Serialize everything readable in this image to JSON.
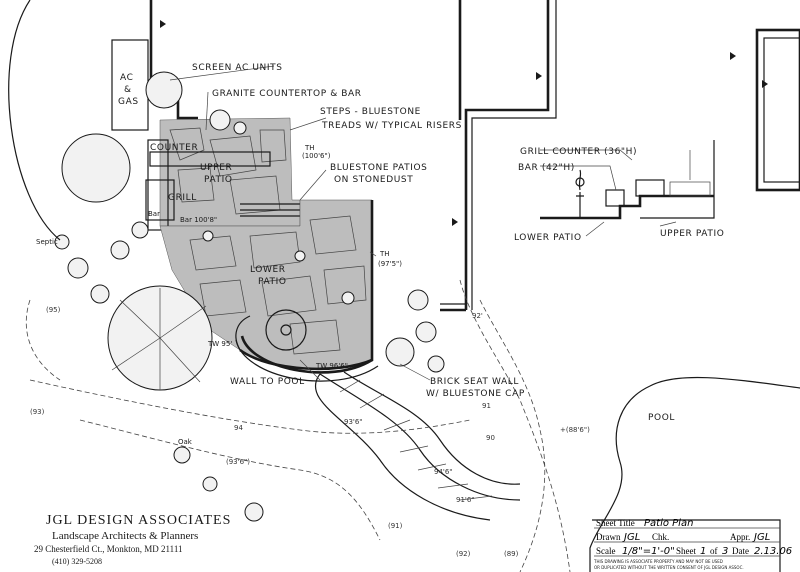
{
  "labels": {
    "screen_ac": "Screen AC Units",
    "granite": "Granite Countertop & Bar",
    "steps": "Steps - Bluestone",
    "treads": "Treads w/ Typical Risers",
    "ac_gas_1": "AC",
    "ac_gas_2": "&",
    "ac_gas_3": "GAS",
    "counter": "Counter",
    "upper_patio_1": "Upper",
    "upper_patio_2": "Patio",
    "grill": "Grill",
    "bar": "Bar",
    "bar_elev": "Bar 100'8\"",
    "th_100": "TH",
    "th_100_val": "(100'6\")",
    "bluestone_1": "Bluestone Patios",
    "bluestone_2": "on Stonedust",
    "lower_patio_1": "Lower",
    "lower_patio_2": "Patio",
    "th_97": "TH",
    "th_97_val": "(97'5\")",
    "septic": "Septic",
    "wall_to_pool": "Wall to Pool",
    "seat_wall_1": "Brick Seat Wall",
    "seat_wall_2": "w/ Bluestone Cap",
    "oak": "Oak",
    "pool": "Pool",
    "grill_counter": "Grill Counter (36\"H)",
    "bar_42": "Bar (42\"H)",
    "lower_patio_section": "Lower Patio",
    "upper_patio_section": "Upper Patio",
    "tw": "TW 96'6\"",
    "tw2": "TW 95'",
    "grade_92": "92'",
    "grade_88": "+(88'6\")",
    "grade_93": "(93'6\")",
    "grade_94": "94",
    "grade_95": "(95)",
    "grade_93b": "(93)",
    "grade_91": "(91)",
    "grade_92b": "(92)",
    "grade_89": "(89)",
    "grade_90": "90",
    "grade_91b": "91",
    "grade_93c": "93'6\"",
    "grade_94c": "94'6\"",
    "grade_91c": "91'6\""
  },
  "firm": {
    "name": "JGL DESIGN ASSOCIATES",
    "subtitle": "Landscape Architects & Planners",
    "address": "29 Chesterfield Ct., Monkton, MD 21111",
    "phone": "(410) 329-5208"
  },
  "title_block": {
    "sheet_title_label": "Sheet Title",
    "sheet_title": "Patio Plan",
    "drawn_label": "Drawn",
    "drawn": "JGL",
    "chk_label": "Chk.",
    "chk": "",
    "appr_label": "Appr.",
    "appr": "JGL",
    "scale_label": "Scale",
    "scale": "1/8\"=1'-0\"",
    "sheet_label": "Sheet",
    "sheet_num": "1",
    "of_label": "of",
    "sheet_total": "3",
    "date_label": "Date",
    "date": "2.13.06",
    "copyright_1": "THIS DRAWING IS ASSOCIATE PROPERTY AND MAY NOT BE USED",
    "copyright_2": "OR DUPLICATED WITHOUT THE WRITTEN CONSENT OF JGL DESIGN ASSOC."
  }
}
